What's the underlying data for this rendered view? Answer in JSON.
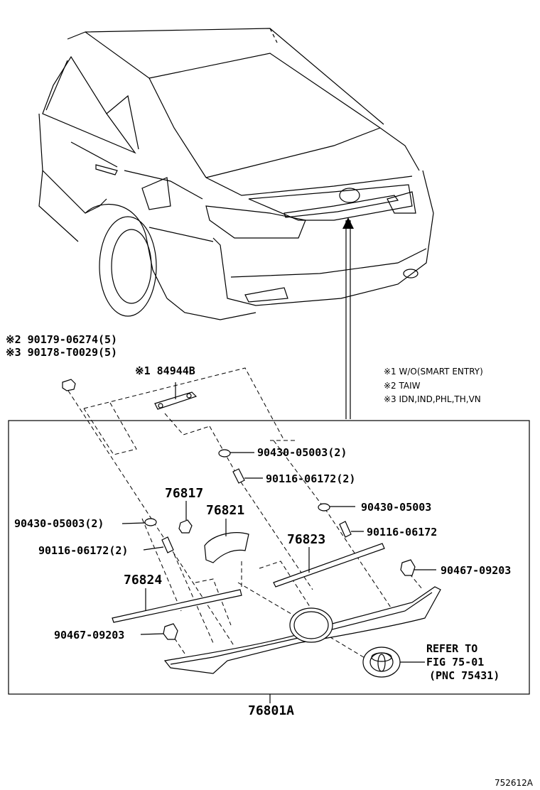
{
  "notes": {
    "n1": "※1 W/O(SMART ENTRY)",
    "n2": "※2 TAIW",
    "n3": "※3 IDN,IND,PHL,TH,VN"
  },
  "labels": {
    "clip_taiw": "※2 90179-06274(5)",
    "clip_other": "※3 90178-T0029(5)",
    "handle": "※1 84944B",
    "washer_top": "90430-05003(2)",
    "bolt_top": "90116-06172(2)",
    "washer_right": "90430-05003",
    "bolt_right": "90116-06172",
    "washer_left": "90430-05003(2)",
    "bolt_left": "90116-06172(2)",
    "p76817": "76817",
    "p76821": "76821",
    "p76823": "76823",
    "p76824": "76824",
    "clip_right": "90467-09203",
    "clip_left": "90467-09203",
    "refer1": "REFER TO",
    "refer2": "FIG 75-01",
    "refer3": "(PNC 75431)",
    "assembly": "76801A",
    "figure_id": "752612A"
  }
}
